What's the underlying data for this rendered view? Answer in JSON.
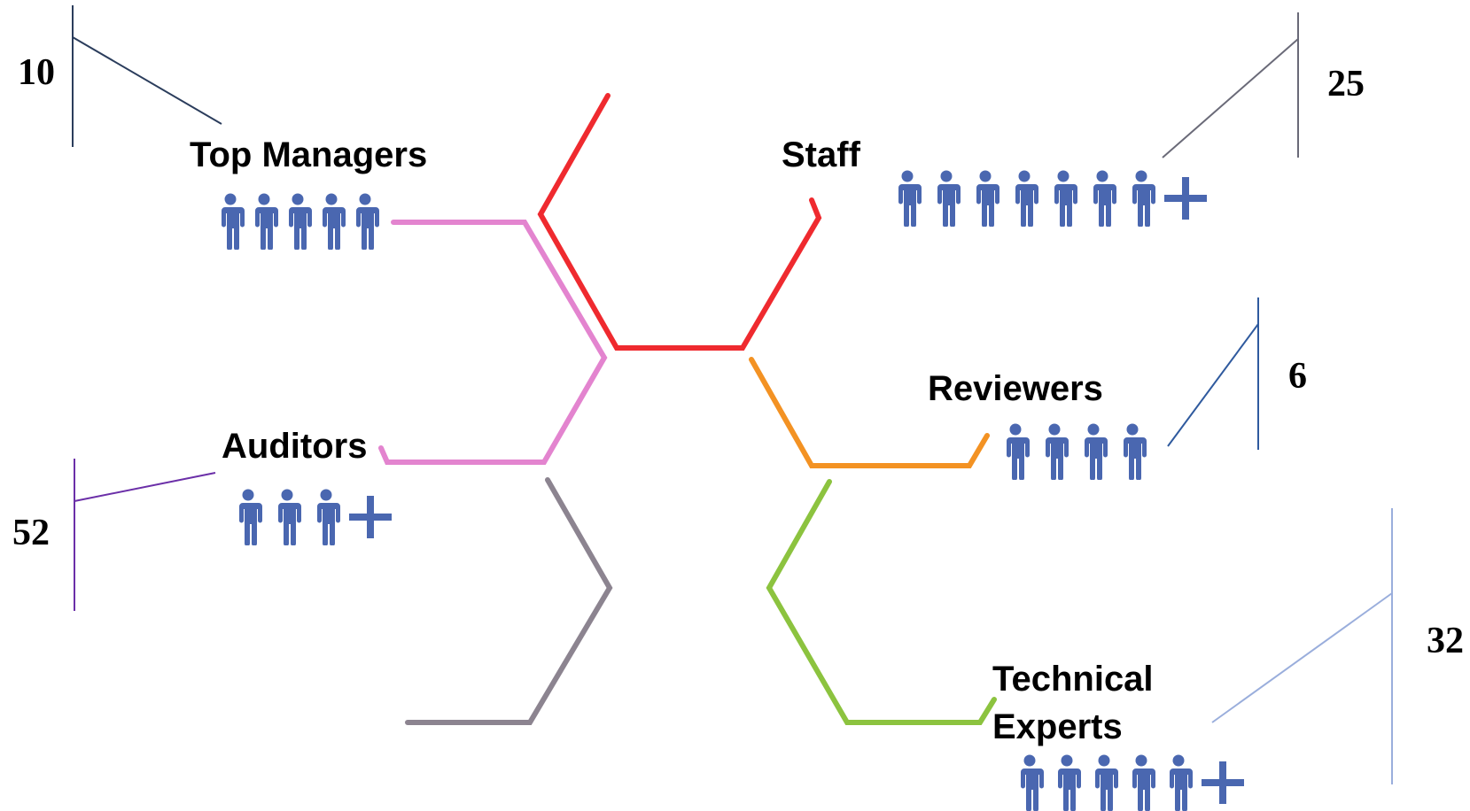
{
  "colors": {
    "icon": "#4a67b0",
    "label": "#000000"
  },
  "groups": [
    {
      "id": "top-managers",
      "label": "Top Managers",
      "value": "10",
      "icons": 5,
      "plus": false,
      "stroke": "#e384cf",
      "value_line": "#2b3d5c"
    },
    {
      "id": "staff",
      "label": "Staff",
      "value": "25",
      "icons": 7,
      "plus": true,
      "stroke": "#ef2a2f",
      "value_line": "#6a6a78"
    },
    {
      "id": "auditors",
      "label": "Auditors",
      "value": "52",
      "icons": 3,
      "plus": true,
      "stroke": "#8c8490",
      "value_line": "#6b2fa8"
    },
    {
      "id": "reviewers",
      "label": "Reviewers",
      "value": "6",
      "icons": 4,
      "plus": false,
      "stroke": "#f39223",
      "value_line": "#2f5a9e"
    },
    {
      "id": "technical-experts",
      "label_line1": "Technical",
      "label_line2": "Experts",
      "value": "32",
      "icons": 5,
      "plus": true,
      "stroke": "#8cc33f",
      "value_line": "#9aaedc"
    }
  ],
  "icon_names": [
    "person-icon",
    "plus-icon"
  ]
}
